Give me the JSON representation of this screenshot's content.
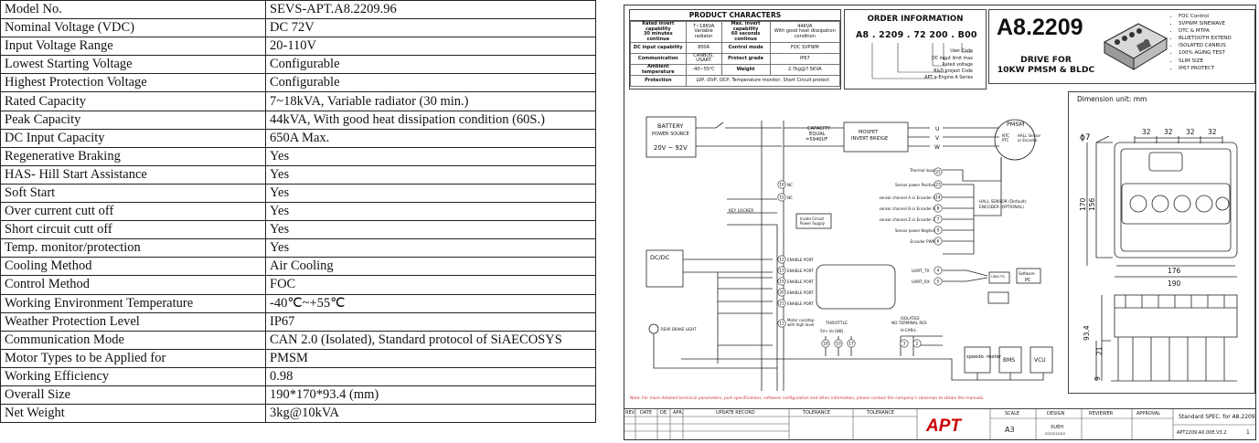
{
  "spec_rows": [
    {
      "key": "Model No.",
      "value": "SEVS-APT.A8.2209.96"
    },
    {
      "key": "Nominal Voltage (VDC)",
      "value": "DC 72V"
    },
    {
      "key": "Input Voltage Range",
      "value": "20-110V"
    },
    {
      "key": "Lowest Starting Voltage",
      "value": "Configurable"
    },
    {
      "key": "Highest Protection Voltage",
      "value": "Configurable"
    },
    {
      "key": "Rated Capacity",
      "value": "7~18kVA, Variable radiator (30 min.)"
    },
    {
      "key": "Peak Capacity",
      "value": "44kVA, With good heat dissipation condition (60S.)"
    },
    {
      "key": "DC Input Capacity",
      "value": "650A Max."
    },
    {
      "key": "Regenerative Braking",
      "value": "Yes"
    },
    {
      "key": "HAS- Hill Start Assistance",
      "value": "Yes"
    },
    {
      "key": "Soft Start",
      "value": "Yes"
    },
    {
      "key": "Over current cutt off",
      "value": "Yes"
    },
    {
      "key": "Short circuit cutt off",
      "value": "Yes"
    },
    {
      "key": "Temp. monitor/protection",
      "value": "Yes"
    },
    {
      "key": "Cooling Method",
      "value": "Air Cooling"
    },
    {
      "key": "Control Method",
      "value": "FOC"
    },
    {
      "key": "Working Environment Temperature",
      "value": "-40℃~+55℃"
    },
    {
      "key": "Weather Protection Level",
      "value": "IP67"
    },
    {
      "key": "Communication Mode",
      "value": "CAN 2.0 (Isolated), Standard protocol of SiAECOSYS"
    },
    {
      "key": "Motor Types to be Applied for",
      "value": "PMSM"
    },
    {
      "key": "Working Efficiency",
      "value": "0.98"
    },
    {
      "key": "Overall Size",
      "value": "190*170*93.4 (mm)"
    },
    {
      "key": "Net Weight",
      "value": "3kg@10kVA"
    }
  ],
  "product": {
    "title": "PRODUCT CHARACTERS",
    "r1": {
      "a": "Rated invert capability",
      "a2": "30 minutes continue",
      "b": "7~18KVA",
      "b2": "Variable radiator",
      "c": "Max. invert capability",
      "c2": "60 seconds continue",
      "d": "44KVA",
      "d2": "With good heat dissipation condition"
    },
    "r2": {
      "a": "DC input capability",
      "b": "800A",
      "c": "Control mode",
      "d": "FOC SVPWM"
    },
    "r3": {
      "a": "Communication",
      "b": "CANBUS, USART",
      "c": "Protect grade",
      "d": "IP67"
    },
    "r4": {
      "a": "Ambient temperature",
      "b": "-40~55℃",
      "c": "Weight",
      "d": "2.7kg@7.5KVA"
    },
    "r5": {
      "a": "Protection",
      "b": "LVP, OVP, OCP, Temperature monitor, Short Circuit protect"
    }
  },
  "order": {
    "title": "ORDER INFORMATION",
    "code": "A8 . 2209 . 72 200 . B00",
    "labels": [
      "User Code",
      "DC input limit max",
      "Rated voltage",
      "R&D project Code",
      "APT e-Engine A Series"
    ]
  },
  "model": {
    "name": "A8.2209",
    "drive1": "DRIVE FOR",
    "drive2": "10KW PMSM & BLDC",
    "features": [
      "FOC Control",
      "SVPWM SINEWAVE",
      "DTC & MTPA",
      "BLUETOOTH EXTEND",
      "ISOLATED CANBUS",
      "100% AGING TEST",
      "SLIM SIZE",
      "IP67 PROTECT"
    ]
  },
  "schematic": {
    "battery": "BATTERY",
    "power_source": "POWER SOURCE",
    "voltage": "20V ~ 92V",
    "capacity": "CAPACITY",
    "equal": "EQUAL",
    "cap_value": "=5940UF",
    "mosfet": "MOSFET",
    "invert_bridge": "INVERT BRIDGE",
    "pmsm": "PMSM",
    "ntc": "NTC",
    "ptc": "PTC",
    "hall_sensor": "HALL Sensor",
    "or_encoder": "or Encoder",
    "u": "U",
    "v": "V",
    "w": "W",
    "signals": [
      "Thermal input",
      "Sensor power Positive",
      "sensor channel A or Encoder A",
      "sensor channel B or Encoder B",
      "sensor channel Z or Encoder Z",
      "Sensor power Negtive",
      "Encoder PWM"
    ],
    "hall_default": "HALL SENSOR (Default)",
    "encoder_opt": "ENCODER (OPTIONAL)",
    "nc": "NC",
    "key_locker": "KEY LOCKER",
    "inside_circuit": "Inside Circuit",
    "power_supply": "Power Supply",
    "dcdc": "DC/DC",
    "enable_port": "ENABLE PORT",
    "motor_runstop": "Motor run/stop",
    "high_level": "with high level",
    "rear_brake": "REAR BRAKE LIGHT",
    "throttle": "THROTTLE",
    "tpins": "5V+  Vo  GND",
    "isolated": "ISOLATED",
    "no_term": "NO TERMINAL RES",
    "hcan": "H-CAN-L",
    "uart_tx": "UART_TX",
    "uart_rx": "UART_RX",
    "usb_ttl": "USB-TTL",
    "software": "Software",
    "pc": "PC",
    "speedo": "speedo -meter",
    "bms": "BMS",
    "vcu": "VCU",
    "pins": [
      "16",
      "15",
      "12",
      "13",
      "19",
      "20",
      "21",
      "11",
      "18",
      "10",
      "17",
      "3",
      "2",
      "22",
      "23",
      "14",
      "8",
      "7",
      "9",
      "6",
      "4",
      "5"
    ]
  },
  "dimension": {
    "title": "Dimension unit: mm",
    "phi": "ϕ7",
    "d32": "32",
    "d176": "176",
    "d190": "190",
    "d156": "156",
    "d170": "170",
    "d93": "93.4",
    "d21": "21",
    "d9": "9"
  },
  "note": "Note: For more detailed technical parameters, port specifications, software configuration and other information, please contact the company's salesman to obtain the manuals.",
  "footer": {
    "rev": "REV.",
    "date": "DATE",
    "de": "DE.",
    "apr": "APR.",
    "update": "UPDATE RECORD",
    "tol": "TOLERANCE",
    "scale": "SCALE",
    "design": "DESIGN",
    "reviewer": "REVIEWER",
    "approval": "APPROVAL",
    "scale_val": "A3",
    "designer": "XUEH",
    "design_date": "2023/12/20",
    "logo": "APT",
    "spec": "Standard SPEC. for A8.2209",
    "docno": "APT2209.A0.00E.V3.2",
    "page": "1"
  }
}
